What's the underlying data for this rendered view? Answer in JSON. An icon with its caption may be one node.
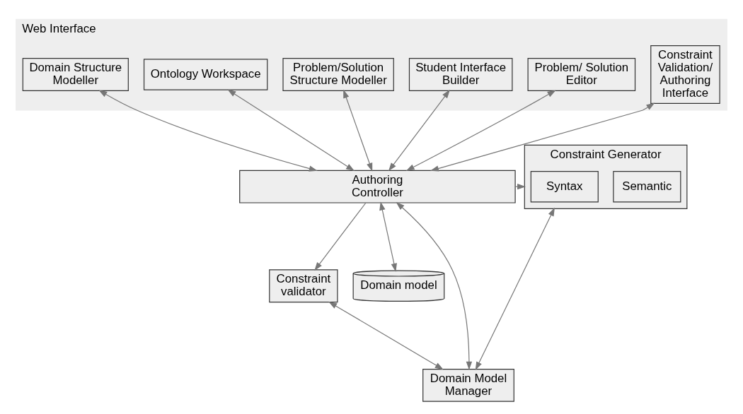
{
  "diagram": {
    "nodes": [
      {
        "text": [
          "Web Interface"
        ]
      },
      {
        "text": [
          "Domain Structure Modeller"
        ],
        "in": 0
      },
      {
        "text": [
          "Ontology Workspace"
        ],
        "in": 0
      },
      {
        "text": [
          "Problem/Solution Structure Modeller"
        ],
        "in": 0
      },
      {
        "text": [
          "Student Interface Builder"
        ],
        "in": 0
      },
      {
        "text": [
          "Problem/ Solution Editor"
        ],
        "in": 0
      },
      {
        "text": [
          "Constraint Validation/ Authoring Interface"
        ],
        "in": 0
      },
      {
        "text": [
          "Authoring Controller"
        ]
      },
      {
        "text": [
          "Constraint Generator"
        ]
      },
      {
        "text": [
          "Syntax"
        ],
        "in": 8
      },
      {
        "text": [
          "Semantic"
        ],
        "in": 8
      },
      {
        "text": [
          "Constraint validator"
        ]
      },
      {
        "text": [
          "Domain model"
        ]
      },
      {
        "text": [
          "Domain Model Manager"
        ]
      }
    ],
    "edges": [
      {
        "from": 7,
        "to": 1,
        "arrow": "both"
      },
      {
        "from": 7,
        "to": 2,
        "arrow": "both"
      },
      {
        "from": 7,
        "to": 3,
        "arrow": "both"
      },
      {
        "from": 7,
        "to": 4,
        "arrow": "both"
      },
      {
        "from": 7,
        "to": 5,
        "arrow": "both"
      },
      {
        "from": 7,
        "to": 6,
        "arrow": "both"
      },
      {
        "from": 7,
        "to": 8,
        "arrow": "to"
      },
      {
        "from": 7,
        "to": 11,
        "arrow": "to"
      },
      {
        "from": 7,
        "to": 12,
        "arrow": "both"
      },
      {
        "from": 7,
        "to": 13,
        "arrow": "both"
      },
      {
        "from": 11,
        "to": 13,
        "arrow": "both"
      },
      {
        "from": 8,
        "to": 13,
        "arrow": "both"
      }
    ]
  }
}
